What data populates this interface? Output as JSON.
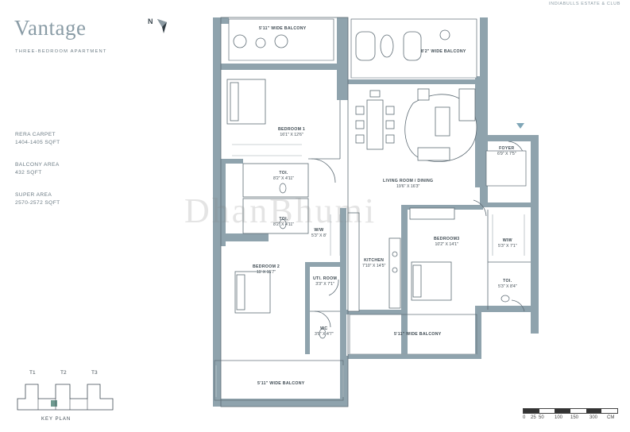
{
  "brand": "INDIABULLS ESTATE & CLUB",
  "title": "Vantage",
  "subtitle": "THREE-BEDROOM APARTMENT",
  "north_label": "N",
  "stats": [
    {
      "label": "RERA CARPET",
      "value": "1404-1405 SQFT"
    },
    {
      "label": "BALCONY AREA",
      "value": "432 SQFT"
    },
    {
      "label": "SUPER AREA",
      "value": "2570-2572 SQFT"
    }
  ],
  "rooms": {
    "balcony_top_left": {
      "name": "5'11\" WIDE BALCONY",
      "size": ""
    },
    "balcony_top_right": {
      "name": "8'2\" WIDE BALCONY",
      "size": ""
    },
    "bedroom1": {
      "name": "BEDROOM 1",
      "size": "16'1\" X 12'6\""
    },
    "toilet1": {
      "name": "TOI.",
      "size": "8'2\" X 4'11\""
    },
    "toilet2": {
      "name": "TOI.",
      "size": "8'2\" X 4'11\""
    },
    "wiw_left": {
      "name": "W/W",
      "size": "5'3\" X 8'"
    },
    "living": {
      "name": "LIVING ROOM / DINING",
      "size": "19'6\" X 16'3\""
    },
    "foyer": {
      "name": "FOYER",
      "size": "6'9\" X 7'5\""
    },
    "bedroom2": {
      "name": "BEDROOM 2",
      "size": "11' X 15'7\""
    },
    "kitchen": {
      "name": "KITCHEN",
      "size": "7'10\" X 14'5\""
    },
    "bedroom3": {
      "name": "BEDROOM3",
      "size": "10'2\" X 14'1\""
    },
    "wiw_right": {
      "name": "WIW",
      "size": "5'3\" X 7'1\""
    },
    "toilet3": {
      "name": "TOI.",
      "size": "5'3\" X 8'4\""
    },
    "utility": {
      "name": "UTI. ROOM",
      "size": "3'3\" X 7'1\""
    },
    "wc": {
      "name": "WC",
      "size": "3'9\" X 4'7\""
    },
    "balcony_bottom_mid": {
      "name": "5'11\" WIDE BALCONY",
      "size": ""
    },
    "balcony_bottom_left": {
      "name": "5'11\" WIDE BALCONY",
      "size": ""
    }
  },
  "keyplan": {
    "title": "KEY PLAN",
    "towers": [
      "T1",
      "T2",
      "T3"
    ]
  },
  "scale": {
    "labels": [
      "0",
      "25",
      "50",
      "100",
      "150",
      "300",
      "CM"
    ]
  },
  "watermark": "DhanBhumi",
  "colors": {
    "wall": "#8fa3ad",
    "floor": "#ffffff",
    "line": "#5d6b74",
    "accent": "#7fa6b7"
  }
}
